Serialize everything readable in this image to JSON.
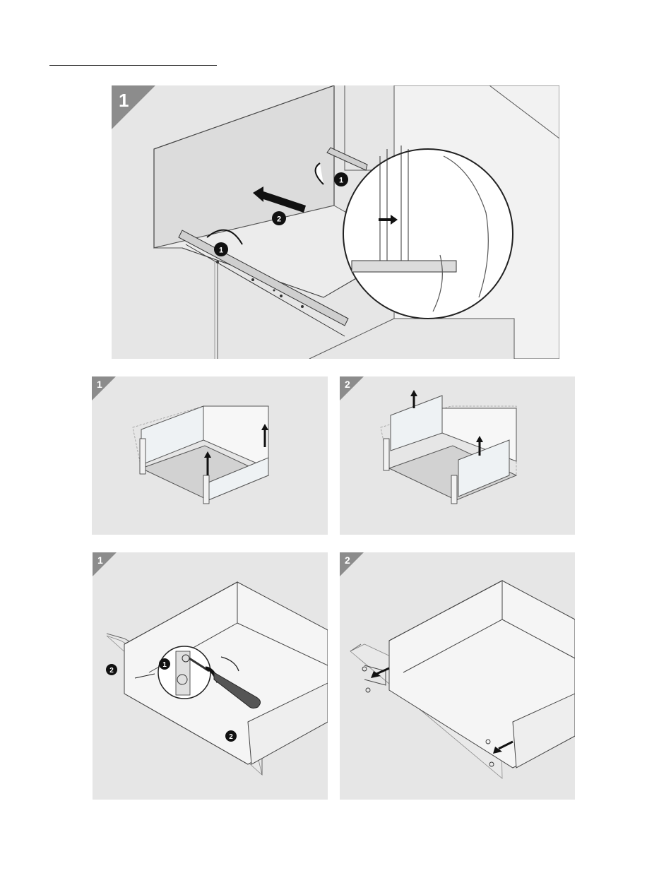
{
  "panels": [
    {
      "id": "remove-drawer",
      "step": "1"
    },
    {
      "id": "glass-sides-a",
      "step": "1"
    },
    {
      "id": "glass-sides-b",
      "step": "2"
    },
    {
      "id": "front-unscrew",
      "step": "1"
    },
    {
      "id": "front-remove",
      "step": "2"
    }
  ],
  "callouts": {
    "one": "1",
    "two": "2"
  },
  "colors": {
    "panel_bg": "#e6e6e6",
    "badge": "#8c8c8c",
    "line": "#3a3a3a",
    "ink": "#111111"
  }
}
